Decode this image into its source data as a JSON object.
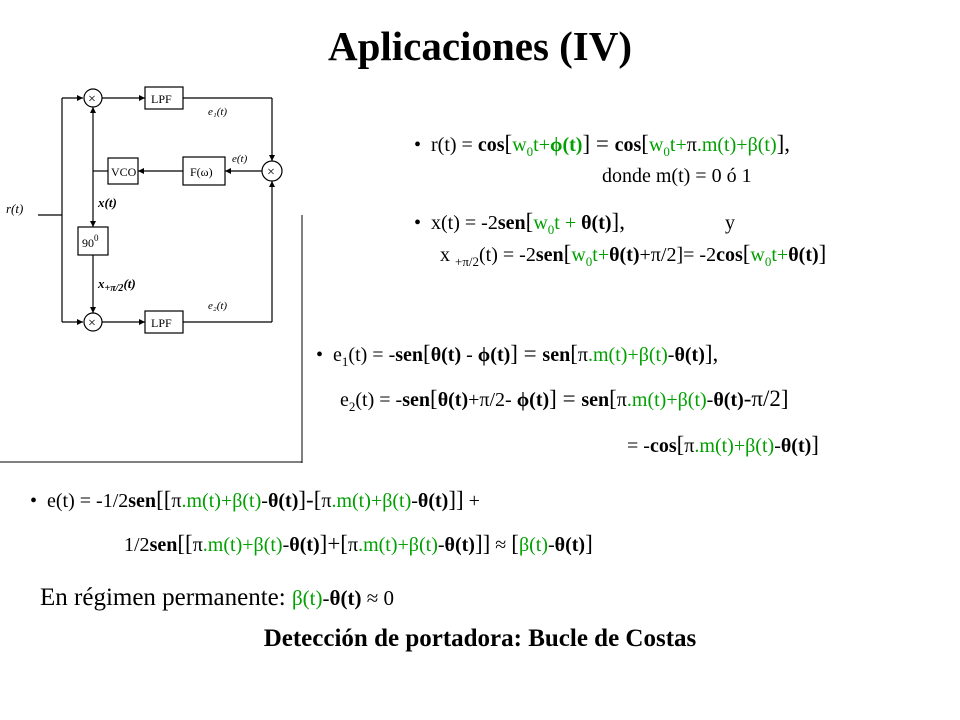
{
  "title": "Aplicaciones (IV)",
  "diagram": {
    "labels": {
      "input": "r(t)",
      "lpf_top": "LPF",
      "lpf_bottom": "LPF",
      "vco": "VCO",
      "filter": "F(ω)",
      "phase_shift": "90",
      "phase_shift_sup": "0",
      "e1": "e₁(t)",
      "e2": "e₂(t)",
      "e": "e(t)",
      "x": "x(t)",
      "x_shift": "x",
      "x_shift_sub": "+π/2",
      "x_shift_tail": "(t)"
    }
  },
  "equations": {
    "r": {
      "a": "r(t) = ",
      "b": "cos",
      "c": "[",
      "d": "w",
      "d_sub": "0",
      "e": "t+",
      "f": "ϕ(t)",
      "g": "] = ",
      "h": "cos",
      "i": "[",
      "j": "w",
      "j_sub": "0",
      "k": "t+",
      "l": "π",
      "m": ".m(t)+",
      "n": "β(t)",
      "o": "],"
    },
    "donde": "donde m(t) = 0 ó 1",
    "x1": {
      "a": "x(t) = -2",
      "b": "sen",
      "c": "[",
      "d": "w",
      "d_sub": "0",
      "e": "t + ",
      "f": "θ(t)",
      "g": "],",
      "h": "y"
    },
    "x2": {
      "a": "x ",
      "a_sub": "+π/2",
      "b": "(t) = -2",
      "c": "sen",
      "d": "[",
      "e": "w",
      "e_sub": "0",
      "f": "t+",
      "g": "θ(t)",
      "h": "+π/2]= -2",
      "i": "cos",
      "j": "[",
      "k": "w",
      "k_sub": "0",
      "l": "t+",
      "m": "θ(t)",
      "n": "]"
    },
    "e1": {
      "a": "e",
      "a_sub": "1",
      "b": "(t) = -",
      "c": "sen",
      "d": "[",
      "e": "θ(t)",
      "f": " - ",
      "g": "ϕ(t)",
      "h": "] = ",
      "i": "sen",
      "j": "[",
      "k": "π",
      "l": ".m(t)+",
      "m": "β(t)",
      "n": "-",
      "o": "θ(t)",
      "p": "],"
    },
    "e2": {
      "a": "e",
      "a_sub": "2",
      "b": "(t) = -",
      "c": "sen",
      "d": "[",
      "e": "θ(t)",
      "f": "+π/2- ",
      "g": "ϕ(t)",
      "h": "] = ",
      "i": "sen",
      "j": "[",
      "k": "π",
      "l": ".m(t)+",
      "m": "β(t)",
      "n": "-",
      "o": "θ(t)",
      "p": "-π/2]"
    },
    "e2b": {
      "a": "= -",
      "b": "cos",
      "c": "[",
      "d": "π",
      "e": ".m(t)+",
      "f": "β(t)",
      "g": "-",
      "h": "θ(t)",
      "i": "]"
    },
    "et1": {
      "a": "e(t) =  -1/2",
      "b": "sen",
      "c": "[[",
      "d": "π",
      "e": ".m(t)+",
      "f": "β(t)",
      "g": "-",
      "h": "θ(t)",
      "i": "]-[",
      "j": "π",
      "k": ".m(t)+",
      "l": "β(t)",
      "m": "-",
      "n": "θ(t)",
      "o": "]]",
      "p": " +"
    },
    "et2": {
      "a": "1/2",
      "b": "sen",
      "c": "[[",
      "d": "π",
      "e": ".m(t)+",
      "f": "β(t)",
      "g": "-",
      "h": "θ(t)",
      "i": "]+[",
      "j": "π",
      "k": ".m(t)+",
      "l": "β(t)",
      "m": "-",
      "n": "θ(t)",
      "o": "]]",
      "p": " ≈ ",
      "q": "[",
      "r": "β(t)",
      "s": "-",
      "t": "θ(t)",
      "u": "]"
    },
    "regime": {
      "a": "En régimen permanente:  ",
      "b": "β(t)",
      "c": "-",
      "d": "θ(t)",
      "e": " ≈ 0"
    }
  },
  "footer": "Detección de portadora: Bucle de Costas"
}
